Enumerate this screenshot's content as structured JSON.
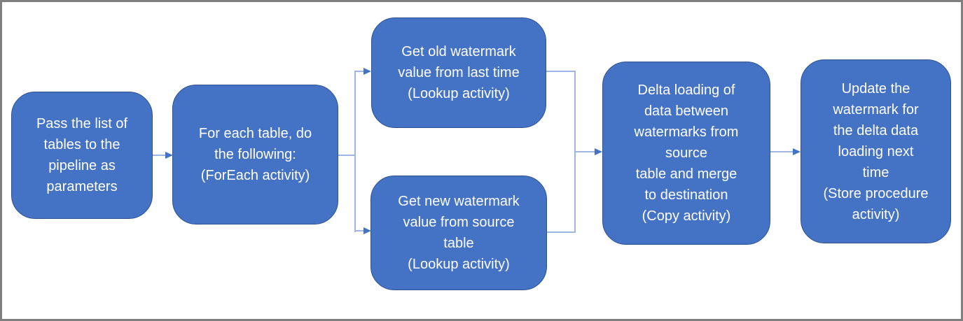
{
  "diagram": {
    "colors": {
      "node_fill": "#4472C4",
      "node_border": "#2F528F",
      "connector": "#9DB6E4",
      "arrowhead": "#4472C4",
      "frame_border": "#7F7F7F",
      "text": "#FFFFFF",
      "background": "#FFFFFF"
    },
    "nodes": [
      {
        "id": "pass-tables",
        "label": "Pass the list of\ntables to the\npipeline as\nparameters"
      },
      {
        "id": "foreach",
        "label": "For each table, do\nthe following:\n(ForEach activity)"
      },
      {
        "id": "get-old-watermark",
        "label": "Get old watermark\nvalue from last time\n(Lookup activity)"
      },
      {
        "id": "get-new-watermark",
        "label": "Get new watermark\nvalue from source\ntable\n(Lookup activity)"
      },
      {
        "id": "delta-loading",
        "label": "Delta loading of\ndata between\nwatermarks from\nsource\ntable and merge\nto destination\n(Copy activity)"
      },
      {
        "id": "update-watermark",
        "label": "Update the\nwatermark for\nthe delta data\nloading next\ntime\n(Store procedure\nactivity)"
      }
    ],
    "edges": [
      {
        "from": "pass-tables",
        "to": "foreach"
      },
      {
        "from": "foreach",
        "to": "get-old-watermark"
      },
      {
        "from": "foreach",
        "to": "get-new-watermark"
      },
      {
        "from": "get-old-watermark",
        "to": "delta-loading"
      },
      {
        "from": "get-new-watermark",
        "to": "delta-loading"
      },
      {
        "from": "delta-loading",
        "to": "update-watermark"
      }
    ]
  }
}
